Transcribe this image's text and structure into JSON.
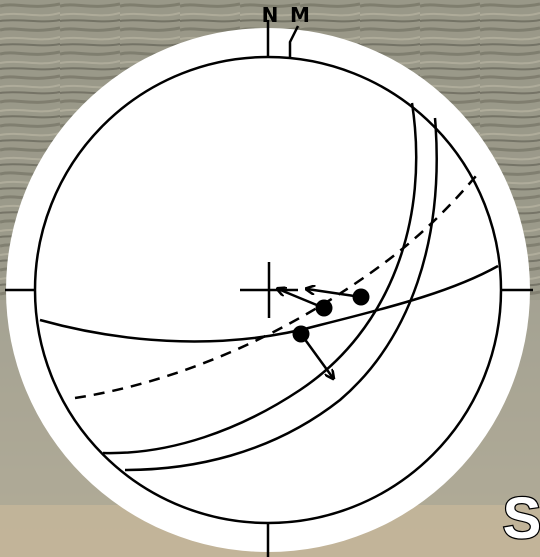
{
  "labels": {
    "north": "N",
    "magnetic": "M",
    "figure_letter": "S"
  },
  "colors": {
    "ink": "#000000",
    "stereonet_face": "#ffffff",
    "panel_letter": "#ffffff",
    "panel_letter_outline": "#000000"
  },
  "icons": {
    "center": "crosshair-icon",
    "north_marker": "north-tick-icon",
    "magnetic_marker": "magnetic-north-arrow-icon",
    "pole": "filled-dot-icon",
    "slip": "arrow-icon"
  }
}
